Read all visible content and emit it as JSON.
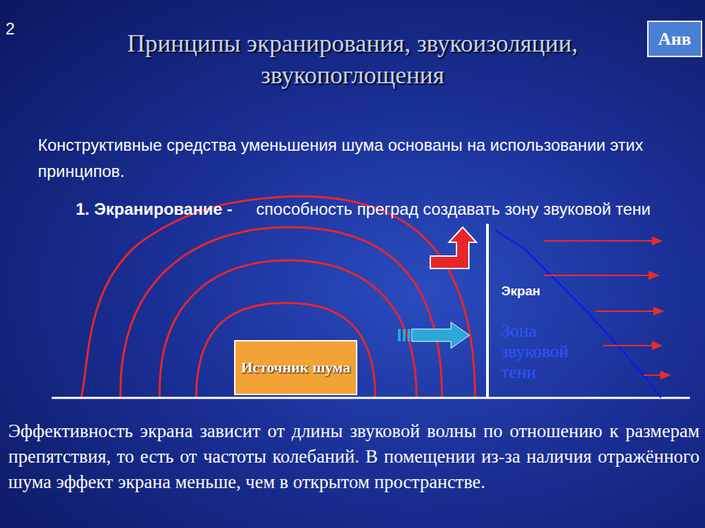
{
  "diagram": {
    "title": "Принципы экранирования, звукоизоляции, звукопоглощения",
    "nodes": [
      {
        "text": [
          "Анв"
        ]
      },
      {
        "text": [
          "Источник шума"
        ]
      }
    ],
    "labels": [
      "2",
      "Конструктивные средства уменьшения шума основаны на использовании этих принципов.",
      "1. Экранирование -",
      "способность преград создавать зону звуковой тени",
      "Экран",
      "Зона звуковой тени",
      "Эффективность экрана зависит от длины звуковой волны по отношению к размерам препятствия, то есть от частоты колебаний. В помещении из-за наличия отражённого шума эффект экрана меньше, чем в открытом пространстве."
    ]
  }
}
